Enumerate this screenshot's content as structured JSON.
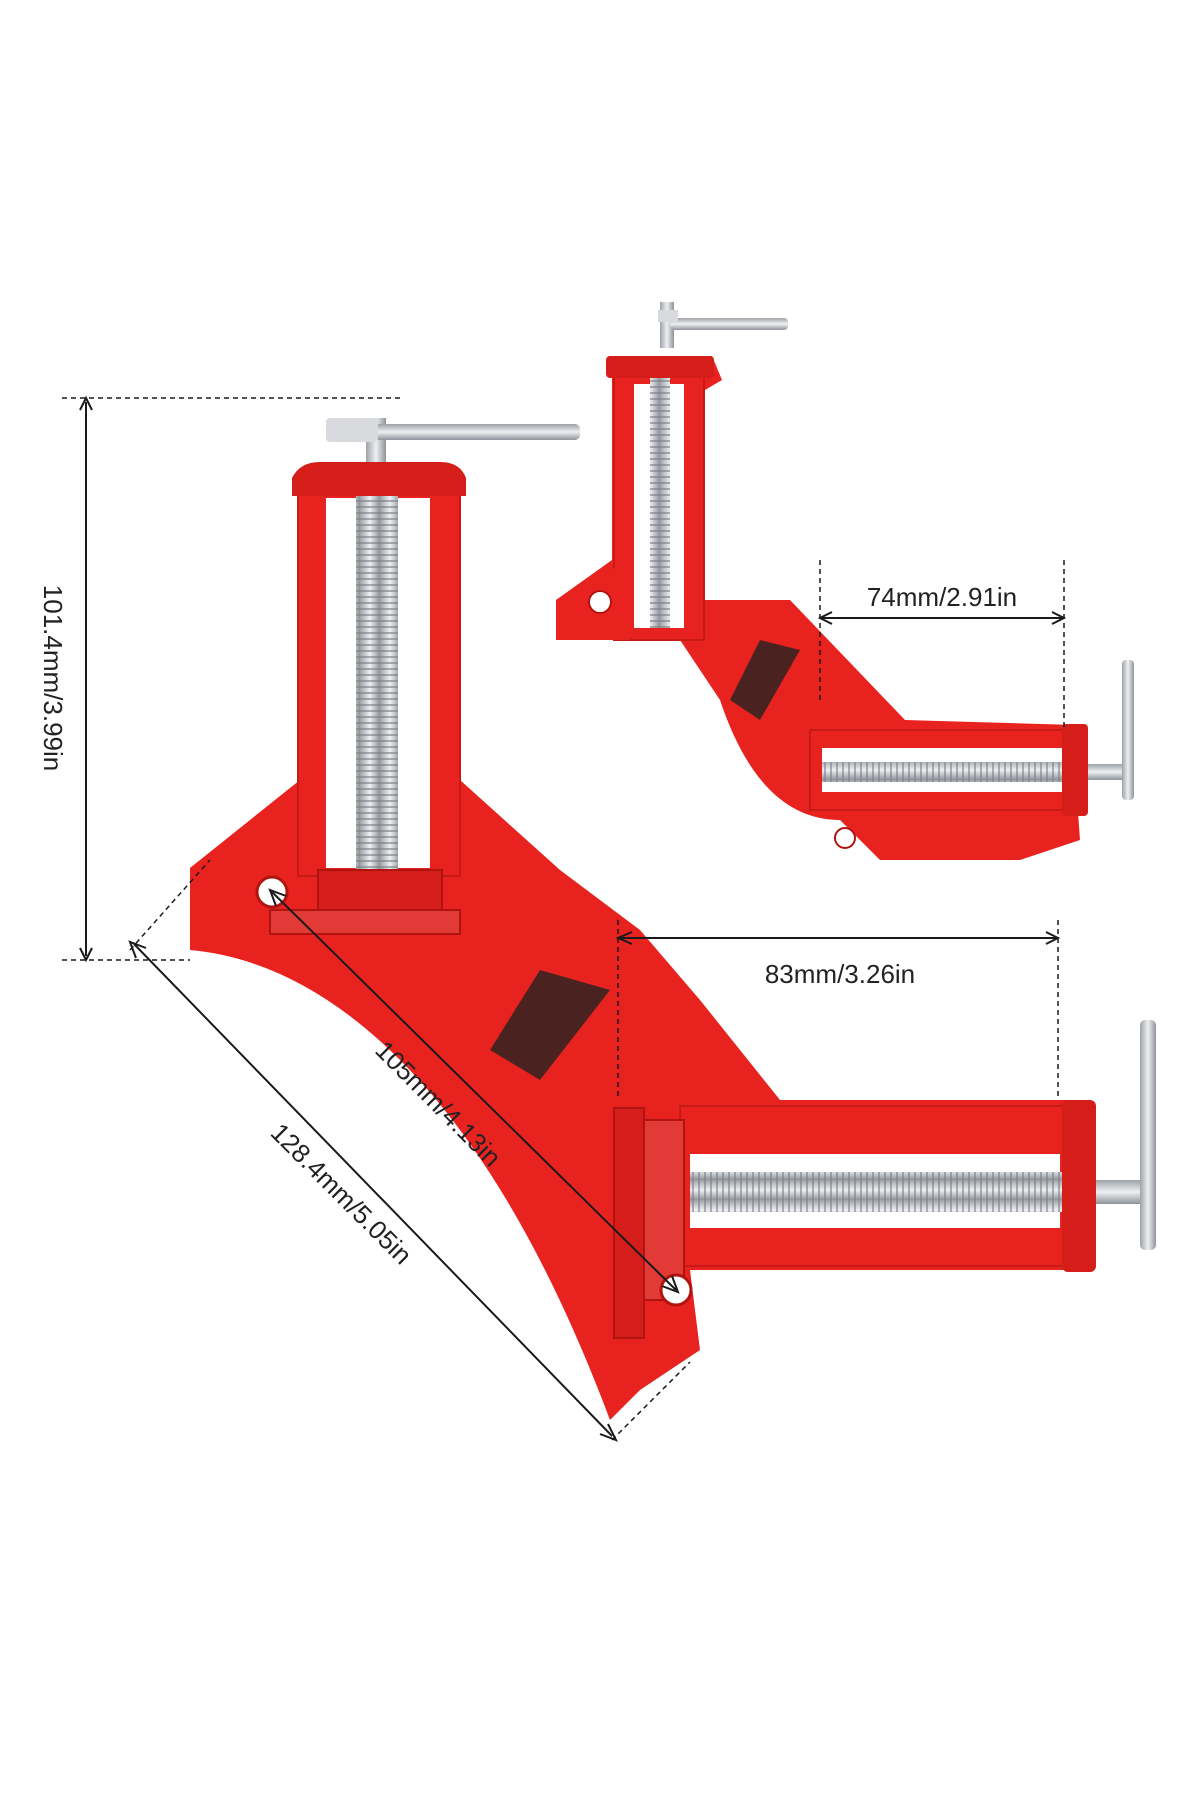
{
  "colors": {
    "background": "#ffffff",
    "clamp_red": "#e8231f",
    "clamp_shadow": "#b01411",
    "clamp_dark_pad": "#4a2320",
    "steel": "#c9ccd0",
    "steel_dark": "#8f9399",
    "dimension_line": "#1a1a1a"
  },
  "product": {
    "items": [
      {
        "name": "large-corner-clamp",
        "color": "red"
      },
      {
        "name": "small-corner-clamp",
        "color": "red"
      }
    ]
  },
  "dimensions": {
    "height": "101.4mm/3.99in",
    "diagonal_outer": "128.4mm/5.05in",
    "diagonal_inner": "105mm/4.13in",
    "jaw_large": "83mm/3.26in",
    "jaw_small": "74mm/2.91in"
  }
}
